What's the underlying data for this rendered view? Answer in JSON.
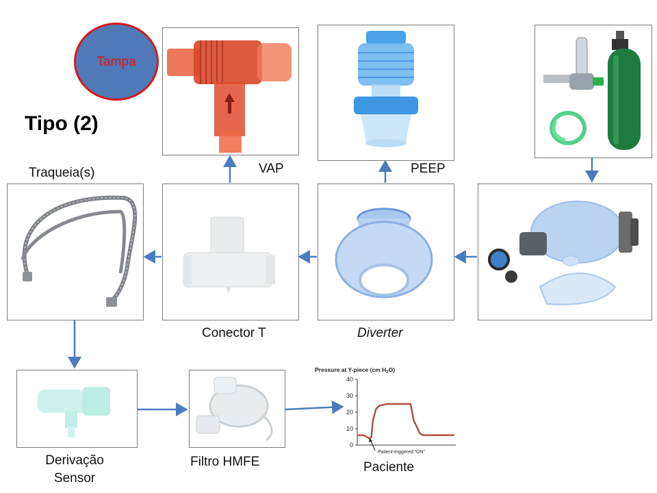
{
  "tampa": "Tampa",
  "tipo": "Tipo (2)",
  "labels": {
    "traqueia": "Traqueia(s)",
    "vap": "VAP",
    "peep": "PEEP",
    "conector": "Conector T",
    "diverter": "Diverter",
    "derivacao_1": "Derivação",
    "derivacao_2": "Sensor",
    "filtro": "Filtro HMFE",
    "paciente": "Paciente"
  },
  "colors": {
    "arrow": "#4a7bbd",
    "tampa_fill": "#4f79b7",
    "tampa_border": "#d7191c",
    "tampa_text": "#e0141a",
    "box_border": "#7a7a7a",
    "curve": "#b04a3a"
  },
  "icons": [
    "vap-valve-icon",
    "peep-valve-icon",
    "oxygen-cylinder-icon",
    "breathing-tube-icon",
    "t-connector-icon",
    "diverter-icon",
    "resuscitator-bag-icon",
    "derivation-sensor-icon",
    "hmef-filter-icon"
  ],
  "chart_data": {
    "type": "line",
    "title": "Pressure at Y-piece (cm H2O)",
    "title_parts": {
      "before": "Pressure at Y-piece (cm H",
      "sub": "2",
      "after": "O)"
    },
    "ylabel": "",
    "xlabel": "",
    "ylim": [
      0,
      40
    ],
    "yticks": [
      "40",
      "30",
      "20",
      "10",
      "0"
    ],
    "ytick_values": [
      40,
      30,
      20,
      10,
      0
    ],
    "annotation": "Patient-triggered “ON”",
    "series": [
      {
        "x": [
          0,
          4,
          6,
          8,
          9,
          10,
          12,
          14,
          19,
          24,
          34,
          36,
          40,
          42,
          52,
          56,
          62
        ],
        "y": [
          6,
          6,
          5,
          4,
          5,
          15,
          22,
          24,
          25,
          25,
          25,
          15,
          7,
          6,
          6,
          6,
          6
        ]
      }
    ],
    "xlim": [
      0,
      62
    ],
    "grid": false
  }
}
